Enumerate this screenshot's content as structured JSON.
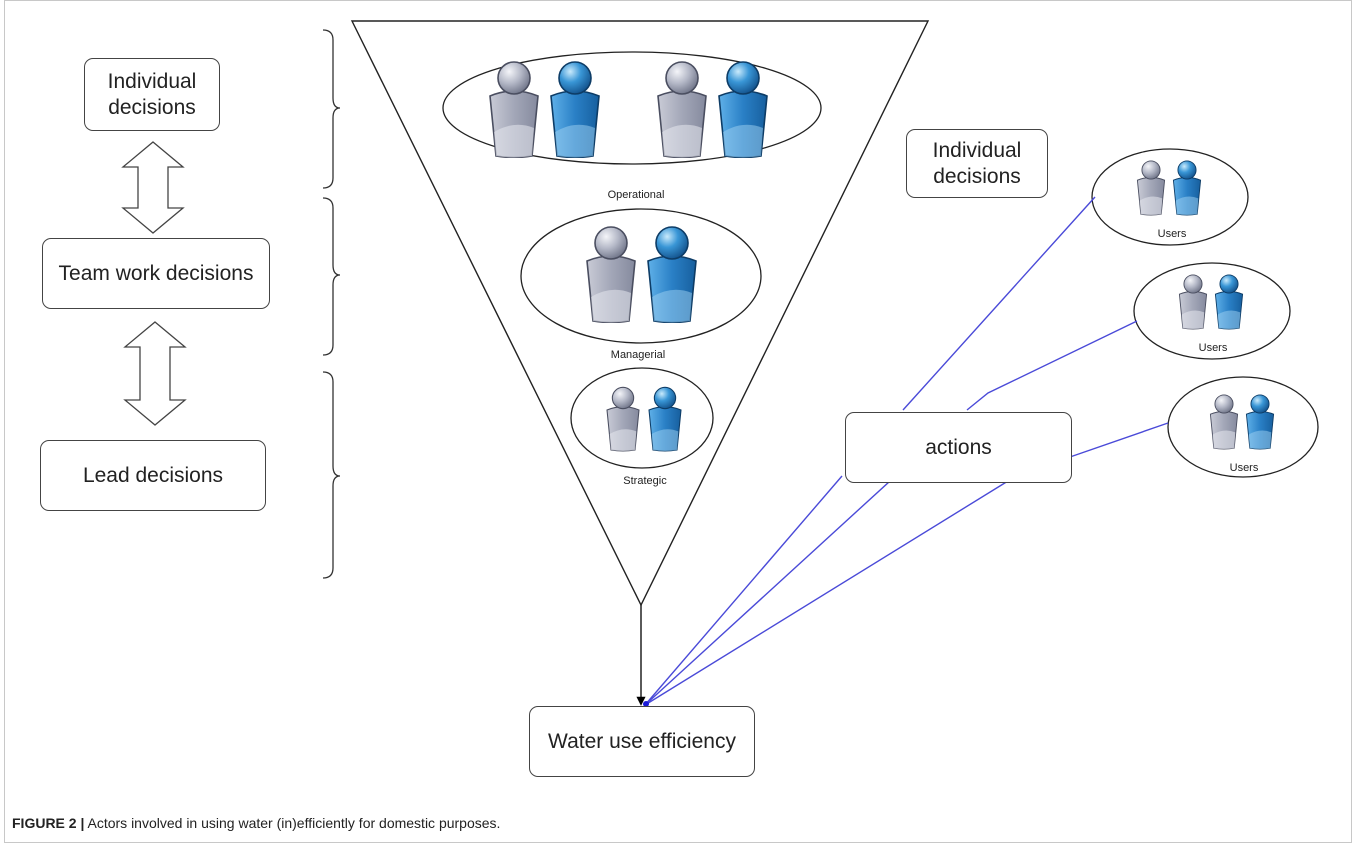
{
  "left_boxes": {
    "individual": "Individual\ndecisions",
    "team": "Team work decisions",
    "lead": "Lead decisions"
  },
  "funnel_levels": {
    "operational": "Operational",
    "managerial": "Managerial",
    "strategic": "Strategic"
  },
  "right": {
    "individual_decisions": "Individual\ndecisions",
    "actions": "actions",
    "users": [
      "Users",
      "Users",
      "Users"
    ]
  },
  "bottom_box": "Water use efficiency",
  "caption": {
    "label": "FIGURE 2 |",
    "text": "Actors involved in using water (in)efficiently for domestic purposes."
  },
  "colors": {
    "connector_blue": "#4a4ad8",
    "person_gray": "#a9acbb",
    "person_blue": "#2b7fc3"
  }
}
